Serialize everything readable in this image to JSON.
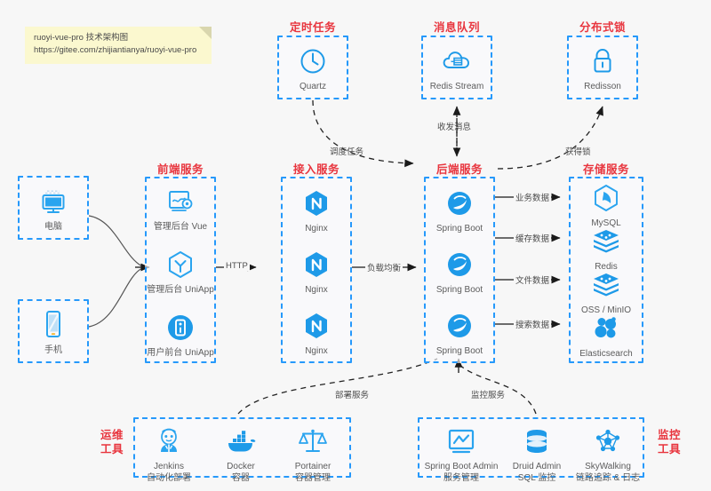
{
  "note": {
    "line1": "ruoyi-vue-pro 技术架构图",
    "line2": "https://gitee.com/zhijiantianya/ruoyi-vue-pro"
  },
  "colors": {
    "accent_blue": "#2699fb",
    "title_red": "#e8353e",
    "icon_blue": "#1e9ae8",
    "note_bg": "#fbf8cf",
    "page_bg": "#f7f7f7",
    "text_gray": "#5c5c5c"
  },
  "groups": {
    "scheduled_task": "定时任务",
    "message_queue": "消息队列",
    "distributed_lock": "分布式锁",
    "frontend_service": "前端服务",
    "access_service": "接入服务",
    "backend_service": "后端服务",
    "storage_service": "存储服务",
    "ops_tools_line1": "运维",
    "ops_tools_line2": "工具",
    "monitor_tools_line1": "监控",
    "monitor_tools_line2": "工具"
  },
  "clients": [
    {
      "label": "电脑",
      "icon": "desktop-computer-icon"
    },
    {
      "label": "手机",
      "icon": "mobile-phone-icon"
    }
  ],
  "top_nodes": [
    {
      "label": "Quartz",
      "icon": "quartz-clock-icon"
    },
    {
      "label": "Redis Stream",
      "icon": "redis-stream-cloud-icon"
    },
    {
      "label": "Redisson",
      "icon": "redisson-lock-icon"
    }
  ],
  "frontend_nodes": [
    {
      "label": "管理后台 Vue",
      "icon": "admin-vue-icon"
    },
    {
      "label": "管理后台 UniApp",
      "icon": "admin-uniapp-icon"
    },
    {
      "label": "用户前台 UniApp",
      "icon": "user-uniapp-icon"
    }
  ],
  "access_nodes": [
    {
      "label": "Nginx",
      "icon": "nginx-icon"
    },
    {
      "label": "Nginx",
      "icon": "nginx-icon"
    },
    {
      "label": "Nginx",
      "icon": "nginx-icon"
    }
  ],
  "backend_nodes": [
    {
      "label": "Spring Boot",
      "icon": "spring-boot-icon"
    },
    {
      "label": "Spring Boot",
      "icon": "spring-boot-icon"
    },
    {
      "label": "Spring Boot",
      "icon": "spring-boot-icon"
    }
  ],
  "storage_nodes": [
    {
      "label": "MySQL",
      "icon": "mysql-icon"
    },
    {
      "label": "Redis",
      "icon": "redis-icon"
    },
    {
      "label": "OSS / MinIO",
      "icon": "oss-minio-icon"
    },
    {
      "label": "Elasticsearch",
      "icon": "elasticsearch-icon"
    }
  ],
  "ops_nodes": [
    {
      "label": "Jenkins",
      "sub": "自动化部署",
      "icon": "jenkins-icon"
    },
    {
      "label": "Docker",
      "sub": "容器",
      "icon": "docker-icon"
    },
    {
      "label": "Portainer",
      "sub": "容器管理",
      "icon": "portainer-icon"
    }
  ],
  "monitor_nodes": [
    {
      "label": "Spring Boot Admin",
      "sub": "服务管理",
      "icon": "spring-boot-admin-icon"
    },
    {
      "label": "Druid Admin",
      "sub": "SQL 监控",
      "icon": "druid-admin-icon"
    },
    {
      "label": "SkyWalking",
      "sub": "链路追踪 & 日志",
      "icon": "skywalking-icon"
    }
  ],
  "edges": [
    {
      "label": "HTTP",
      "style": "solid"
    },
    {
      "label": "负载均衡",
      "style": "solid"
    },
    {
      "label": "业务数据",
      "style": "solid"
    },
    {
      "label": "缓存数据",
      "style": "solid"
    },
    {
      "label": "文件数据",
      "style": "solid"
    },
    {
      "label": "搜索数据",
      "style": "solid"
    },
    {
      "label": "调度任务",
      "style": "dashed"
    },
    {
      "label": "收发消息",
      "style": "dashed"
    },
    {
      "label": "获得锁",
      "style": "dashed"
    },
    {
      "label": "部署服务",
      "style": "dashed"
    },
    {
      "label": "监控服务",
      "style": "dashed"
    }
  ]
}
